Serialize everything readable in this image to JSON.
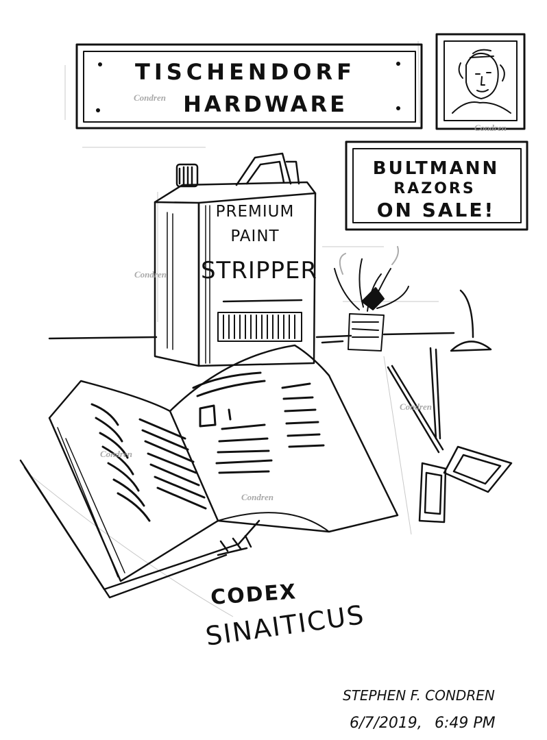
{
  "sign": {
    "line1": "TISCHENDORF",
    "line2": "HARDWARE"
  },
  "razor_sign": {
    "line1": "BULTMANN",
    "line2": "RAZORS",
    "line3": "ON SALE!"
  },
  "paint_can": {
    "line1": "PREMIUM",
    "line2": "PAINT",
    "line3": "STRIPPER"
  },
  "book_title": {
    "line1": "CODEX",
    "line2": "SINAITICUS"
  },
  "signature": {
    "name": "STEPHEN F. CONDREN",
    "date": "6/7/2019,",
    "time": "6:49 PM"
  },
  "watermark": "Condren",
  "colors": {
    "ink": "#111111",
    "paper": "#ffffff",
    "watermark": "#9a9a9a"
  }
}
